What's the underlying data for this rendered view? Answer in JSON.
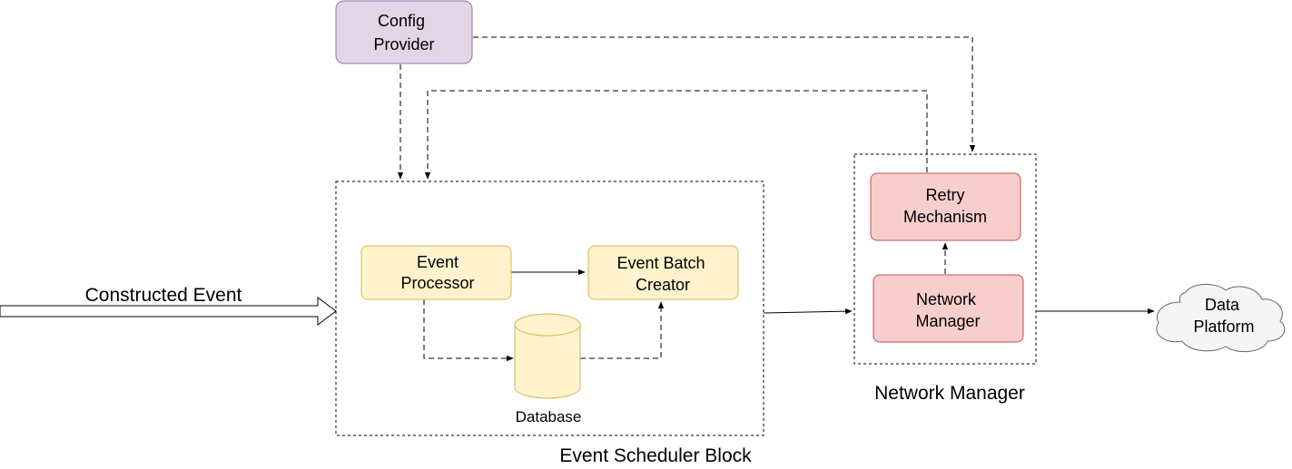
{
  "colors": {
    "config_fill": "#e1d5e7",
    "config_stroke": "#9673a6",
    "event_fill": "#fff2cc",
    "event_stroke": "#d6b656",
    "network_fill": "#f8cecc",
    "network_stroke": "#b85450",
    "cloud_fill": "#f5f5f5",
    "cloud_stroke": "#666666"
  },
  "nodes": {
    "config_provider": [
      "Config",
      "Provider"
    ],
    "event_processor": [
      "Event",
      "Processor"
    ],
    "event_batch_creator": [
      "Event Batch",
      "Creator"
    ],
    "database": "Database",
    "retry_mechanism": [
      "Retry",
      "Mechanism"
    ],
    "network_manager": [
      "Network",
      "Manager"
    ],
    "data_platform": [
      "Data",
      "Platform"
    ]
  },
  "groups": {
    "event_scheduler_block": "Event Scheduler Block",
    "network_manager_group": "Network Manager"
  },
  "labels": {
    "constructed_event": "Constructed Event"
  }
}
